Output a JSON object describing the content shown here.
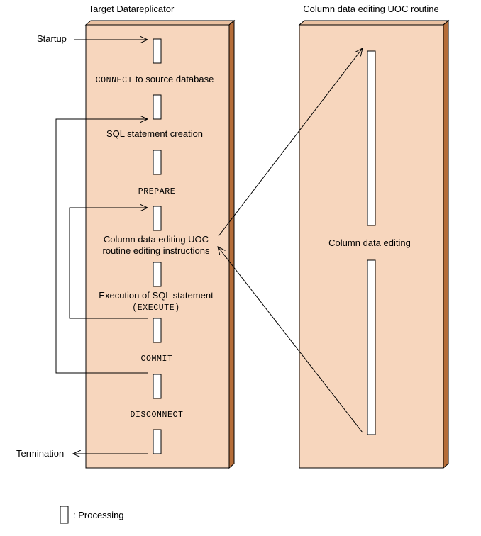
{
  "lanes": {
    "left_title": "Target Datareplicator",
    "right_title": "Column data editing UOC routine"
  },
  "steps": {
    "connect_keyword": "CONNECT",
    "connect_rest": " to source database",
    "sql_creation": "SQL statement creation",
    "prepare": "PREPARE",
    "uoc_line1": "Column data editing UOC",
    "uoc_line2": "routine editing instructions",
    "execute_line1": "Execution of SQL statement",
    "execute_line2": "(EXECUTE)",
    "commit": "COMMIT",
    "disconnect": "DISCONNECT"
  },
  "external": {
    "startup": "Startup",
    "termination": "Termination"
  },
  "routine": {
    "label": "Column data editing"
  },
  "legend": {
    "label": ": Processing"
  }
}
